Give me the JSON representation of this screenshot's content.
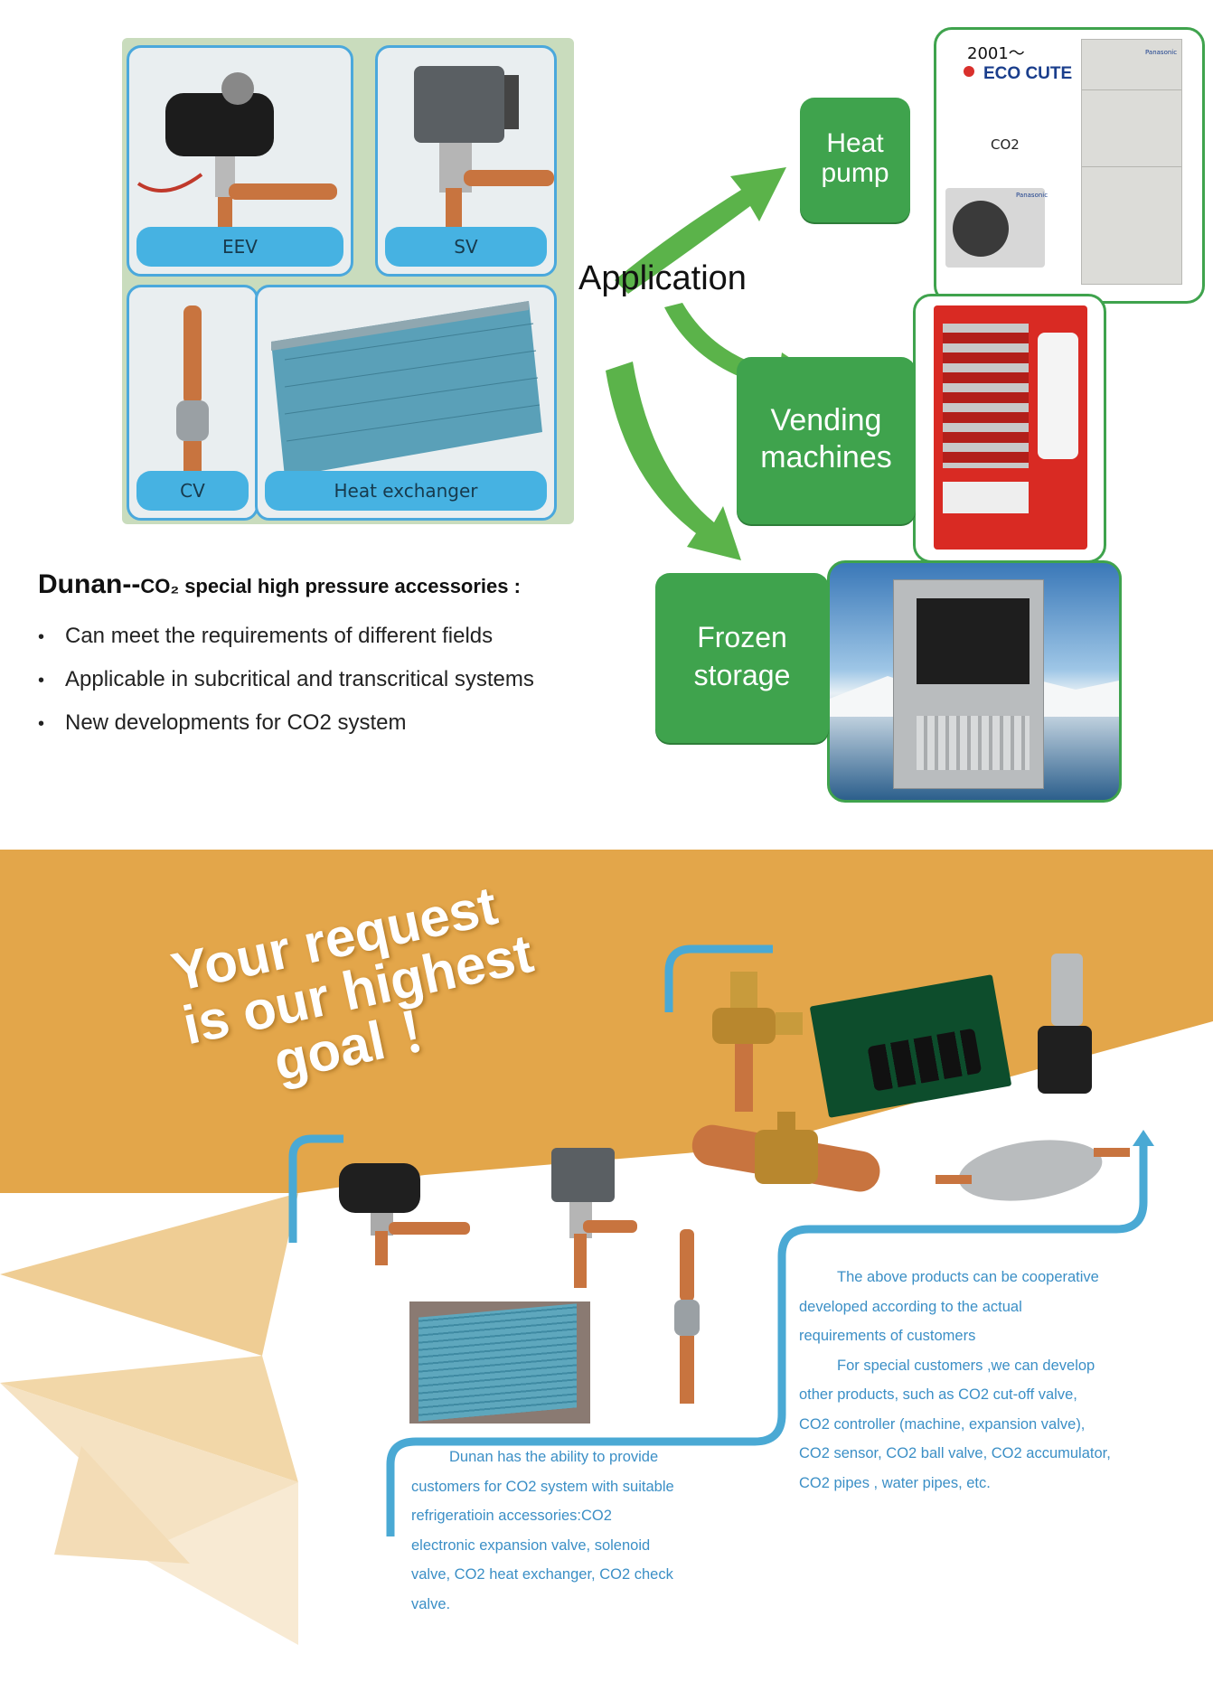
{
  "top": {
    "components": [
      {
        "label": "EEV"
      },
      {
        "label": "SV"
      },
      {
        "label": "CV"
      },
      {
        "label": "Heat exchanger"
      }
    ],
    "application_label": "Application",
    "applications": [
      {
        "label_line1": "Heat",
        "label_line2": "pump"
      },
      {
        "label_line1": "Vending",
        "label_line2": "machines"
      },
      {
        "label_line1": "Frozen",
        "label_line2": "storage"
      }
    ],
    "heat_pump_photo": {
      "year": "2001～",
      "brand": "ECO CUTE",
      "co2_tag": "CO2",
      "maker": "Panasonic"
    },
    "title_main": "Dunan--",
    "title_sub": "CO₂ special high pressure accessories :",
    "bullets": [
      "Can meet the requirements of different fields",
      "Applicable in subcritical and transcritical systems",
      "New developments for CO2 system"
    ],
    "colors": {
      "green": "#3fa34d",
      "blue": "#46b2e2",
      "panel": "#c9dcbd"
    }
  },
  "bottom": {
    "slogan": [
      "Your request",
      "is our highest",
      "goal ！"
    ],
    "left_text_lines": [
      "Dunan has the ability to provide",
      "customers for CO2 system with suitable",
      "refrigeratioin accessories:CO2",
      "electronic expansion valve, solenoid",
      "valve, CO2 heat exchanger, CO2 check",
      "valve."
    ],
    "right_text_lines": [
      "The above products can be cooperative",
      "developed according to the actual",
      "requirements of customers",
      "For special customers ,we can develop",
      "other products, such as CO2 cut-off valve,",
      "CO2 controller (machine, expansion valve),",
      "CO2 sensor, CO2 ball valve, CO2 accumulator,",
      "CO2 pipes , water pipes, etc."
    ],
    "colors": {
      "orange": "#e3a64a",
      "blue_text": "#3b8fc6",
      "line": "#4aa9d4"
    }
  }
}
